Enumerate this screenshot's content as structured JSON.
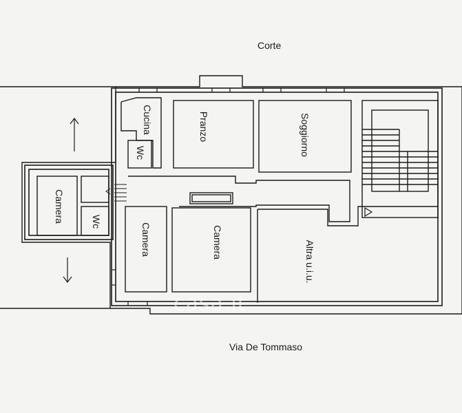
{
  "labels": {
    "corte": "Corte",
    "street": "Via De Tommaso",
    "cucina": "Cucina",
    "pranzo": "Pranzo",
    "soggiorno": "Soggiorno",
    "wc_top": "Wc",
    "wc_bottom": "Wc",
    "camera_left": "Camera",
    "camera_mid": "Camera",
    "camera_center": "Camera",
    "altra_uiu": "Altra u.i.u."
  },
  "watermark": "casa.it",
  "colors": {
    "line": "#1a1a1a",
    "paper": "#f4f4f2"
  }
}
